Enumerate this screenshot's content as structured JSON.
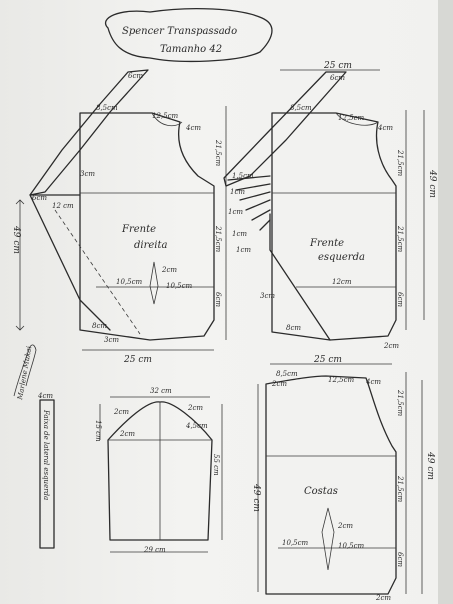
{
  "title": {
    "line1": "Spencer Transpassado",
    "line2": "Tamanho 42"
  },
  "pieces": {
    "frente_direita": {
      "name": "Frente",
      "name2": "direita",
      "labels": {
        "top_left": "8,5cm",
        "shoulder": "12,5cm",
        "neck_drop": "4cm",
        "right_top": "21,5cm",
        "right_bottom": "21,5cm",
        "right_low": "6cm",
        "left_height": "49 cm",
        "width": "25 cm",
        "hip_left": "10,5cm",
        "hip_right": "10,5cm",
        "dart": "2cm",
        "hem": "8cm",
        "hem_left": "3cm",
        "collar_top": "6cm",
        "collar_mid": "3cm",
        "collar_side": "12 cm",
        "collar_low": "6cm"
      }
    },
    "frente_esquerda": {
      "name": "Frente",
      "name2": "esquerda",
      "labels": {
        "top_width": "25 cm",
        "collar_top": "6cm",
        "neck": "8,5cm",
        "shoulder": "12,5cm",
        "neck_drop": "4cm",
        "height": "49 cm",
        "right_top": "21,5cm",
        "right_bottom": "21,5cm",
        "right_low": "6cm",
        "waist": "12cm",
        "hem_side": "3cm",
        "hem_left": "8cm",
        "hem_right": "2cm",
        "pleat_1": "1,5cm",
        "pleat_2": "1cm",
        "pleat_3": "1cm",
        "pleat_4": "1cm",
        "pleat_5": "1cm"
      }
    },
    "manga": {
      "width": "32 cm",
      "cap_left": "2cm",
      "cap_right": "2cm",
      "cap_height": "15 cm",
      "mid_left": "2cm",
      "mid_right": "4,5cm",
      "length": "55 cm",
      "hem": "29 cm"
    },
    "costas": {
      "name": "Costas",
      "labels": {
        "top_width": "25 cm",
        "neck": "8,5cm",
        "shoulder": "12,5cm",
        "neck_drop": "4cm",
        "neck_left": "2cm",
        "height_left": "49 cm",
        "height_right": "49 cm",
        "right_top": "21,5cm",
        "right_bottom": "21,5cm",
        "right_low": "6cm",
        "hip_left": "10,5cm",
        "hip_right": "10,5cm",
        "dart": "2cm",
        "hem_right": "2cm"
      }
    },
    "faixa": {
      "label": "Faixa de lateral esquerda",
      "width": "4cm"
    }
  },
  "signature": "Marlene Mukai"
}
